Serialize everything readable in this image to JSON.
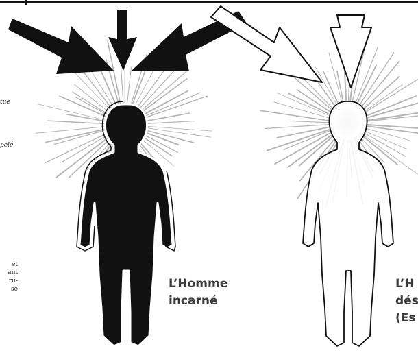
{
  "labels": {
    "incarne_line1": "L’Homme",
    "incarne_line2": "incarné",
    "desincarne_line1": "L’H",
    "desincarne_line2": "dés",
    "desincarne_line3": "(Es"
  },
  "fragments": {
    "frag1": "tue",
    "frag2": "pelé",
    "frag3_line1": "et",
    "frag3_line2": "ant",
    "frag3_line3": "ru-",
    "frag3_line4": "se"
  },
  "colors": {
    "ink": "#111111",
    "paper": "#ffffff",
    "ray": "#b5b5b5",
    "label": "#3a3a3a"
  }
}
